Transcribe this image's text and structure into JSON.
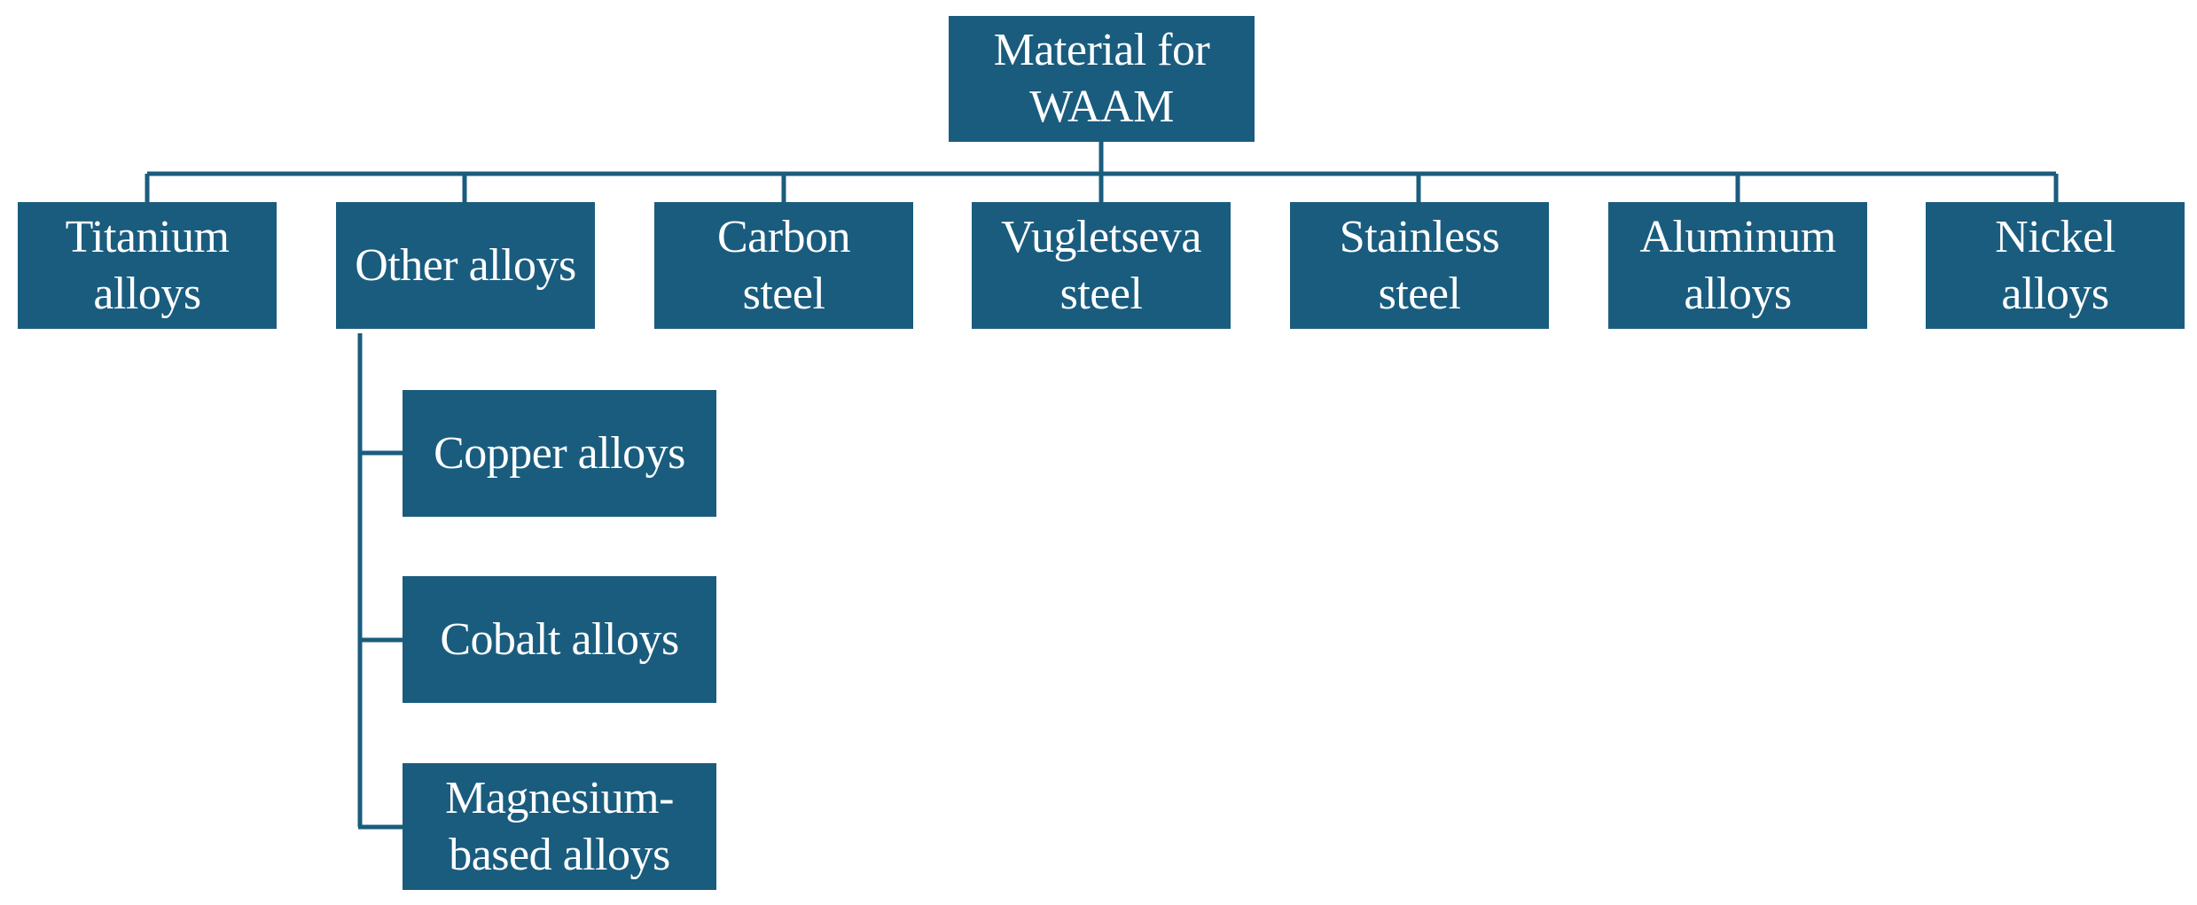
{
  "diagram": {
    "root": {
      "label_line1": "Material for",
      "label_line2": "WAAM"
    },
    "children": [
      {
        "label_line1": "Titanium",
        "label_line2": "alloys"
      },
      {
        "label_line1": "Other alloys",
        "label_line2": ""
      },
      {
        "label_line1": "Carbon",
        "label_line2": "steel"
      },
      {
        "label_line1": "Vugletseva",
        "label_line2": "steel"
      },
      {
        "label_line1": "Stainless",
        "label_line2": "steel"
      },
      {
        "label_line1": "Aluminum",
        "label_line2": "alloys"
      },
      {
        "label_line1": "Nickel",
        "label_line2": "alloys"
      }
    ],
    "other_alloys_children": [
      {
        "label_line1": "Copper alloys",
        "label_line2": ""
      },
      {
        "label_line1": "Cobalt alloys",
        "label_line2": ""
      },
      {
        "label_line1": "Magnesium-",
        "label_line2": "based alloys"
      }
    ],
    "colors": {
      "box_fill": "#1a5c7e",
      "box_text": "#ffffff",
      "connector": "#1a5c7e",
      "background": "#ffffff"
    }
  }
}
